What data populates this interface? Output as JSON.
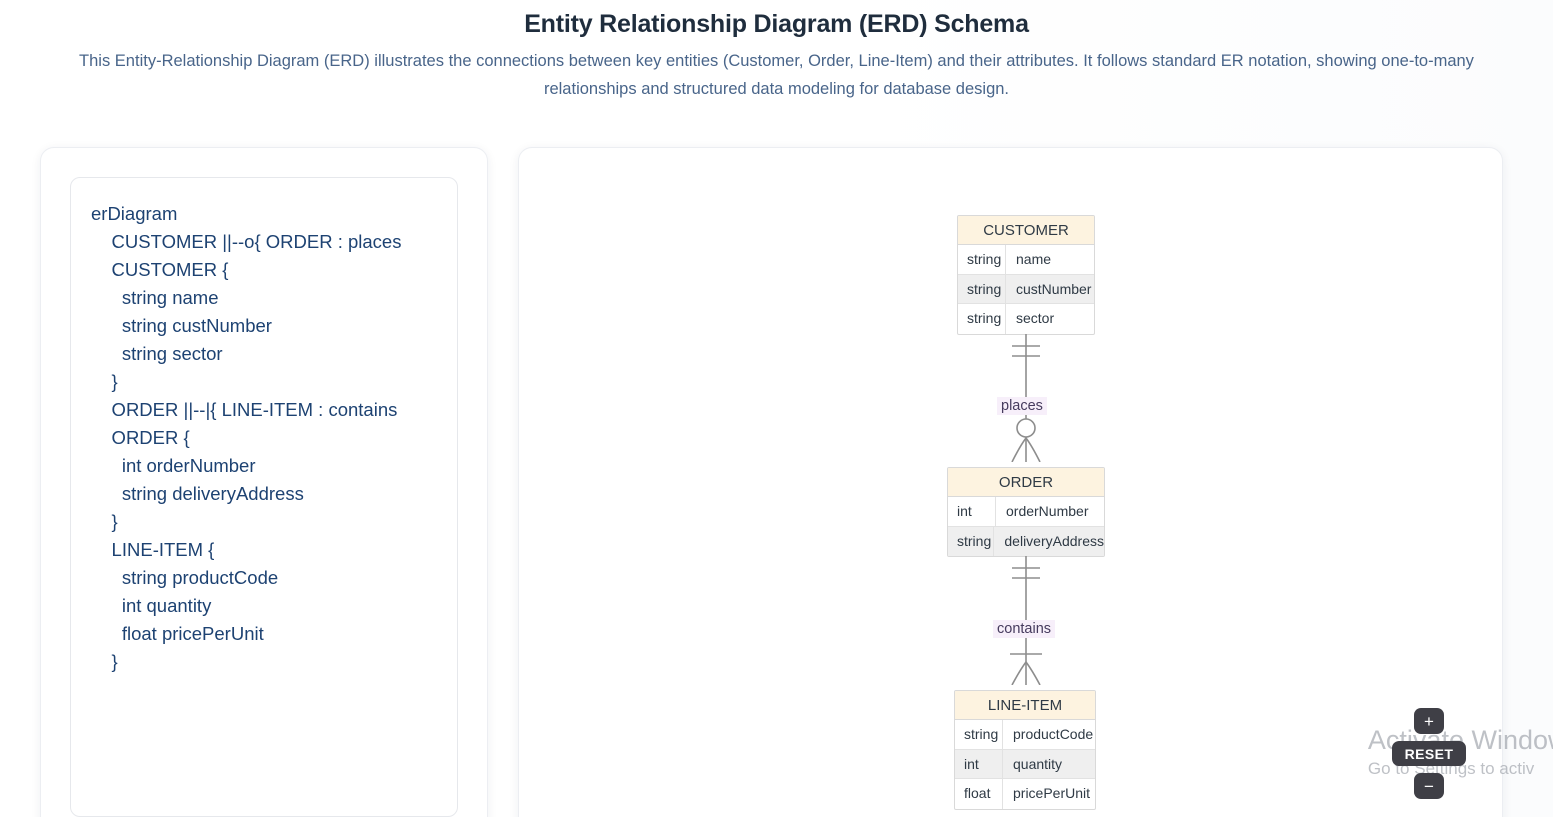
{
  "header": {
    "title": "Entity Relationship Diagram (ERD) Schema",
    "subtitle": "This Entity-Relationship Diagram (ERD) illustrates the connections between key entities (Customer, Order, Line-Item) and their attributes. It follows standard ER notation, showing one-to-many relationships and structured data modeling for database design."
  },
  "code_panel": {
    "source": "erDiagram\n    CUSTOMER ||--o{ ORDER : places\n    CUSTOMER {\n      string name\n      string custNumber\n      string sector\n    }\n    ORDER ||--|{ LINE-ITEM : contains\n    ORDER {\n      int orderNumber\n      string deliveryAddress\n    }\n    LINE-ITEM {\n      string productCode\n      int quantity\n      float pricePerUnit\n    }"
  },
  "diagram": {
    "entities": [
      {
        "name": "CUSTOMER",
        "attributes": [
          {
            "type": "string",
            "name": "name"
          },
          {
            "type": "string",
            "name": "custNumber"
          },
          {
            "type": "string",
            "name": "sector"
          }
        ]
      },
      {
        "name": "ORDER",
        "attributes": [
          {
            "type": "int",
            "name": "orderNumber"
          },
          {
            "type": "string",
            "name": "deliveryAddress"
          }
        ]
      },
      {
        "name": "LINE-ITEM",
        "attributes": [
          {
            "type": "string",
            "name": "productCode"
          },
          {
            "type": "int",
            "name": "quantity"
          },
          {
            "type": "float",
            "name": "pricePerUnit"
          }
        ]
      }
    ],
    "relationships": [
      {
        "label": "places",
        "from": "CUSTOMER",
        "to": "ORDER",
        "notation": "||--o{"
      },
      {
        "label": "contains",
        "from": "ORDER",
        "to": "LINE-ITEM",
        "notation": "||--|{"
      }
    ],
    "colors": {
      "entity_header": "#fdf3e0",
      "entity_border": "#d9d9d9",
      "row_alt": "#efefef",
      "relation_label_bg": "#f7effa",
      "relation_label_text": "#463b5e",
      "connector": "#8d8d8d"
    }
  },
  "zoom_controls": {
    "zoom_in_label": "+",
    "reset_label": "RESET",
    "zoom_out_label": "−"
  },
  "watermark": {
    "line1": "Activate Windows",
    "line2": "Go to Settings to activ"
  }
}
